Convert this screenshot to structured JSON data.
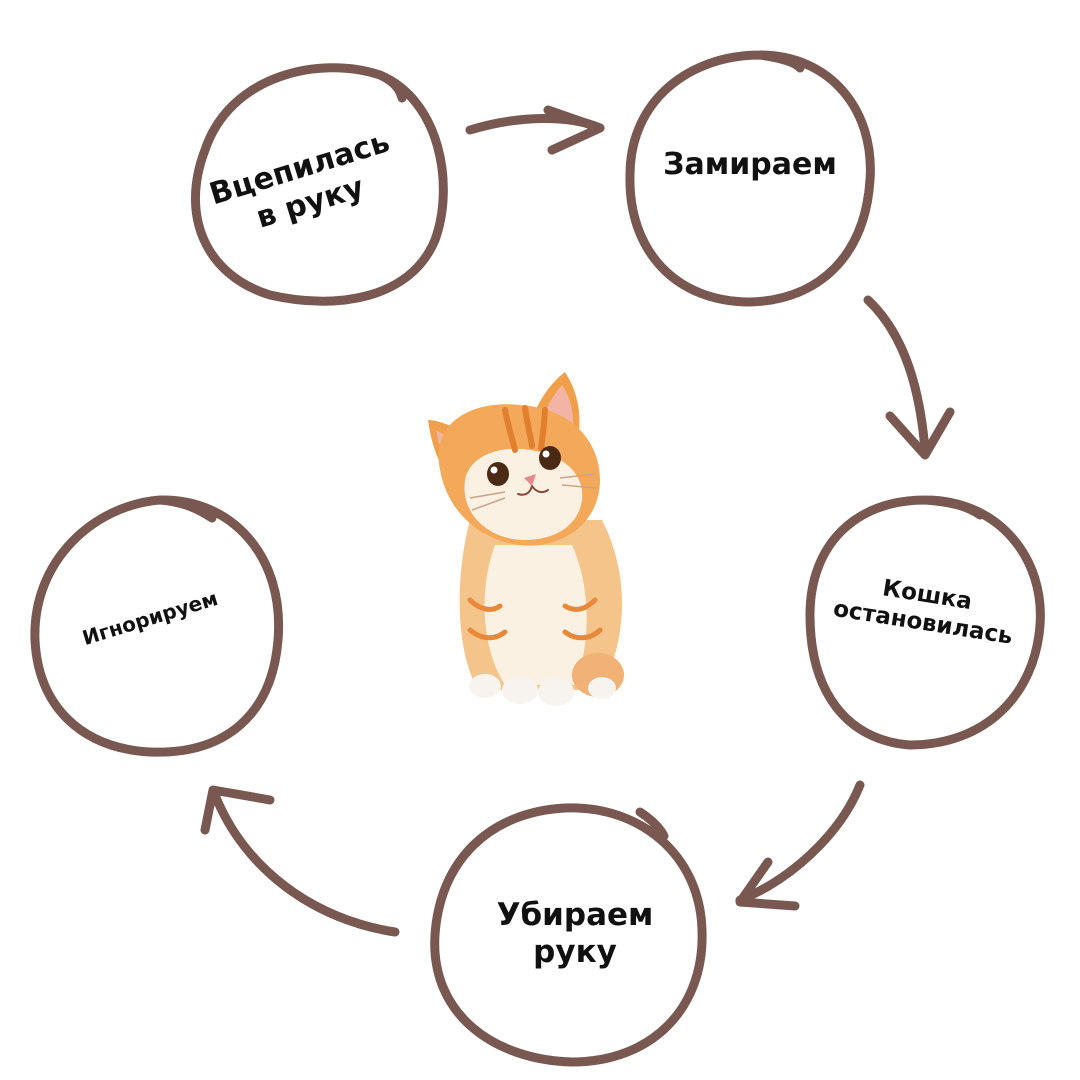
{
  "diagram": {
    "steps": [
      {
        "id": "step-1",
        "lines": [
          "Вцепилась",
          "в руку"
        ]
      },
      {
        "id": "step-2",
        "lines": [
          "Замираем"
        ]
      },
      {
        "id": "step-3",
        "lines": [
          "Кошка",
          "остановилась"
        ]
      },
      {
        "id": "step-4",
        "lines": [
          "Убираем",
          "руку"
        ]
      },
      {
        "id": "step-5",
        "lines": [
          "Игнорируем"
        ]
      }
    ],
    "center_image": "kitten-illustration",
    "colors": {
      "circle_stroke": "#7a5852",
      "arrow_stroke": "#7a5852",
      "text": "#111111",
      "cat_orange": "#f0a04b",
      "cat_cream": "#fbf1e3"
    }
  }
}
